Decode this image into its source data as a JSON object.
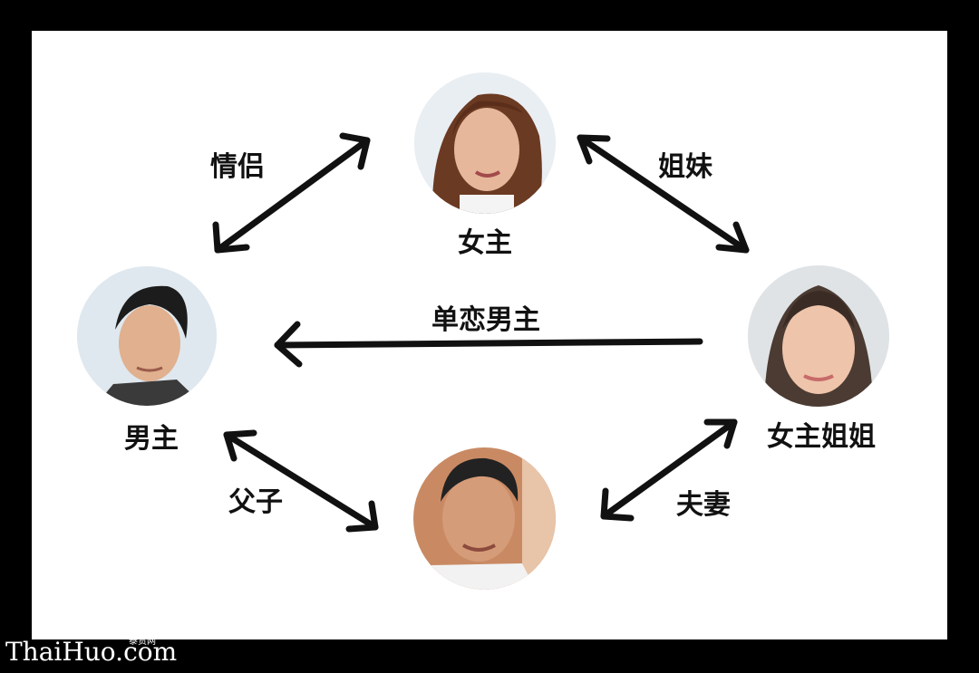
{
  "people": {
    "heroine": "女主",
    "hero": "男主",
    "sister": "女主姐姐",
    "father_name": ""
  },
  "relations": {
    "lovers": "情侣",
    "sisters": "姐妹",
    "unrequited": "单恋男主",
    "father_son": "父子",
    "spouses": "夫妻"
  },
  "watermark": {
    "brand": "ThaiHuo.com",
    "sub": "泰货网"
  },
  "colors": {
    "background": "#000000",
    "panel": "#ffffff",
    "arrow": "#111111"
  }
}
